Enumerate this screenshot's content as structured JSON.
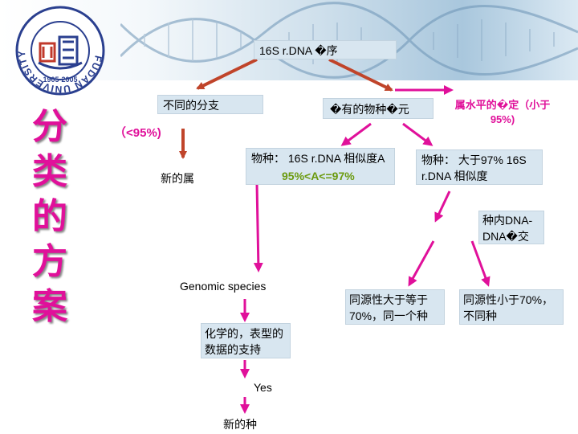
{
  "header": {
    "logo": {
      "ring_text": "FUDAN UNIVERSITY",
      "years": "1905-2005"
    }
  },
  "side_title": [
    "分",
    "类",
    "的",
    "方",
    "案"
  ],
  "nodes": {
    "top": "16S r.DNA �序",
    "left_branch": "不同的分支",
    "left_pct": "（<95%)",
    "new_genus": "新的属",
    "middle_branch": "�有的物种�元",
    "right_branch": "属水平的�定（小于95%)",
    "species_mid_a": "物种： 16S r.DNA 相似度A",
    "species_mid_b": "95%<A<=97%",
    "species_right": "物种： 大于97% 16S r.DNA 相似度",
    "dna_hybrid": "种内DNA-DNA�交",
    "genomic_species": "Genomic species",
    "chem_support": "化学的，表型的数据的支持",
    "homology_high": "同源性大于等于70%，同一个种",
    "homology_low": "同源性小于70%，不同种",
    "yes": "Yes",
    "new_species": "新的种"
  },
  "colors": {
    "accent_pink": "#e0109a",
    "arrow_brown": "#c0442a",
    "box_fill": "#d8e6f0",
    "highlight_green": "#6b9a0e"
  }
}
